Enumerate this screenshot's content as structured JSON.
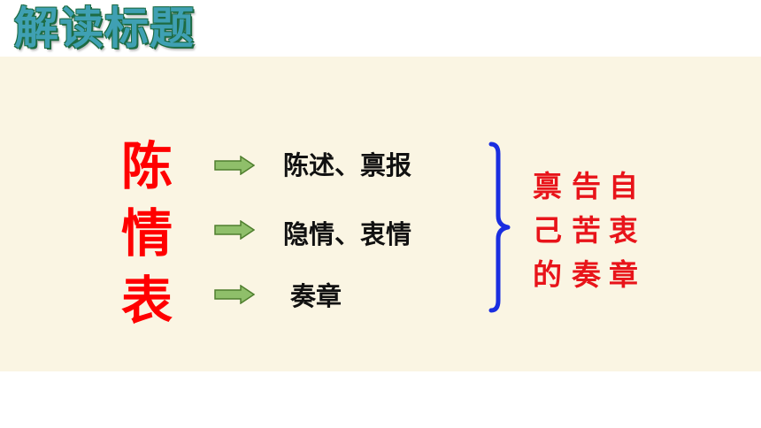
{
  "heading": "解读标题",
  "title_chars": [
    "陈",
    "情",
    "表"
  ],
  "terms": [
    "陈述、禀报",
    "隐情、衷情",
    "奏章"
  ],
  "summary_columns": [
    [
      "禀",
      "己",
      "的"
    ],
    [
      "告",
      "苦",
      "奏"
    ],
    [
      "自",
      "衷",
      "章"
    ]
  ],
  "colors": {
    "heading_fill": "#3fa0b3",
    "heading_outline": "#1d6b43",
    "panel": "#faf5e3",
    "title_red": "#ff0000",
    "summary_red": "#e8141a",
    "arrow_fill": "#8fbf6a",
    "arrow_stroke": "#4f7f2e",
    "brace": "#1a2ee0"
  }
}
